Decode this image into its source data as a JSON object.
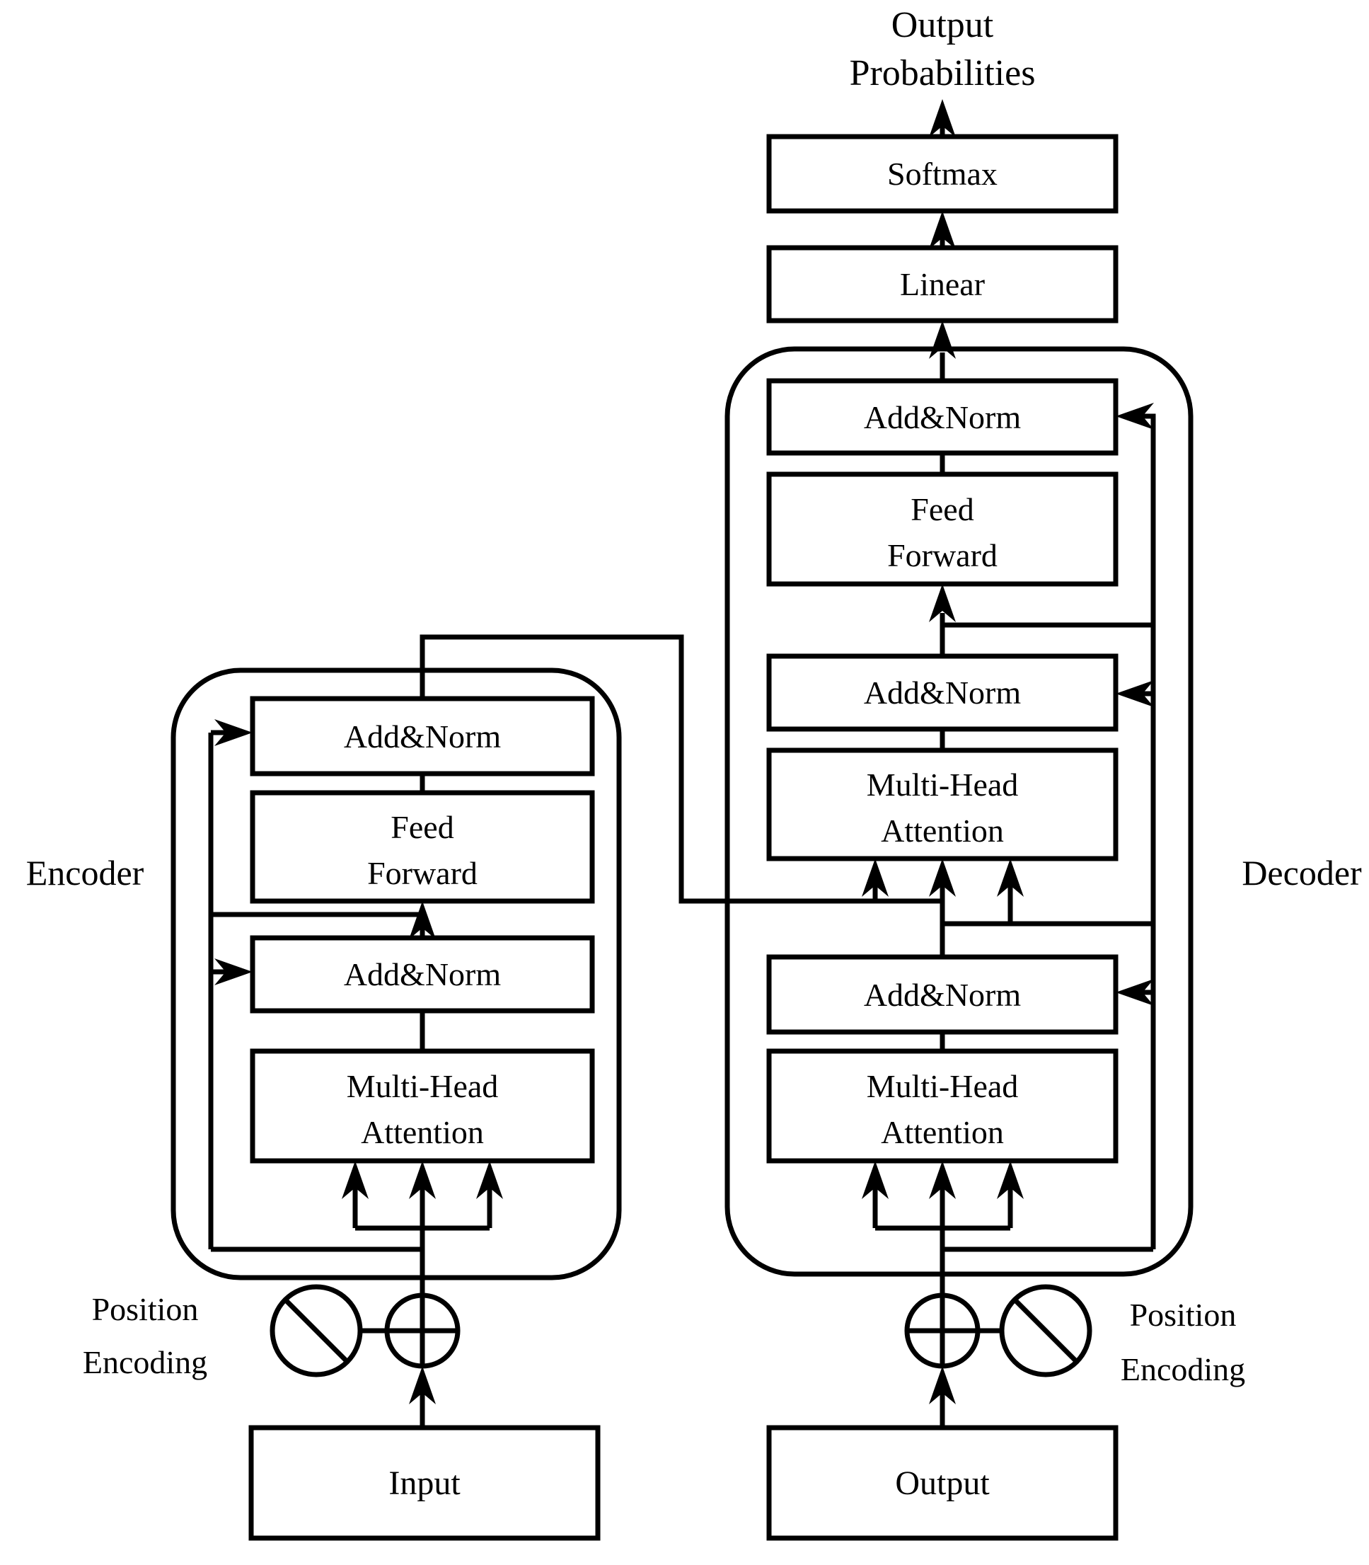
{
  "labels": {
    "output_probabilities_1": "Output",
    "output_probabilities_2": "Probabilities",
    "softmax": "Softmax",
    "linear": "Linear",
    "add_norm": "Add&Norm",
    "feed_1": "Feed",
    "feed_2": "Forward",
    "mha_1": "Multi-Head",
    "mha_2": "Attention",
    "encoder": "Encoder",
    "decoder": "Decoder",
    "position_1": "Position",
    "position_2": "Encoding",
    "input": "Input",
    "output": "Output"
  },
  "icons": {
    "sine_symbol": "circle-with-slash",
    "add_symbol": "circle-with-plus"
  },
  "colors": {
    "ink": "#000000",
    "paper": "#ffffff"
  }
}
